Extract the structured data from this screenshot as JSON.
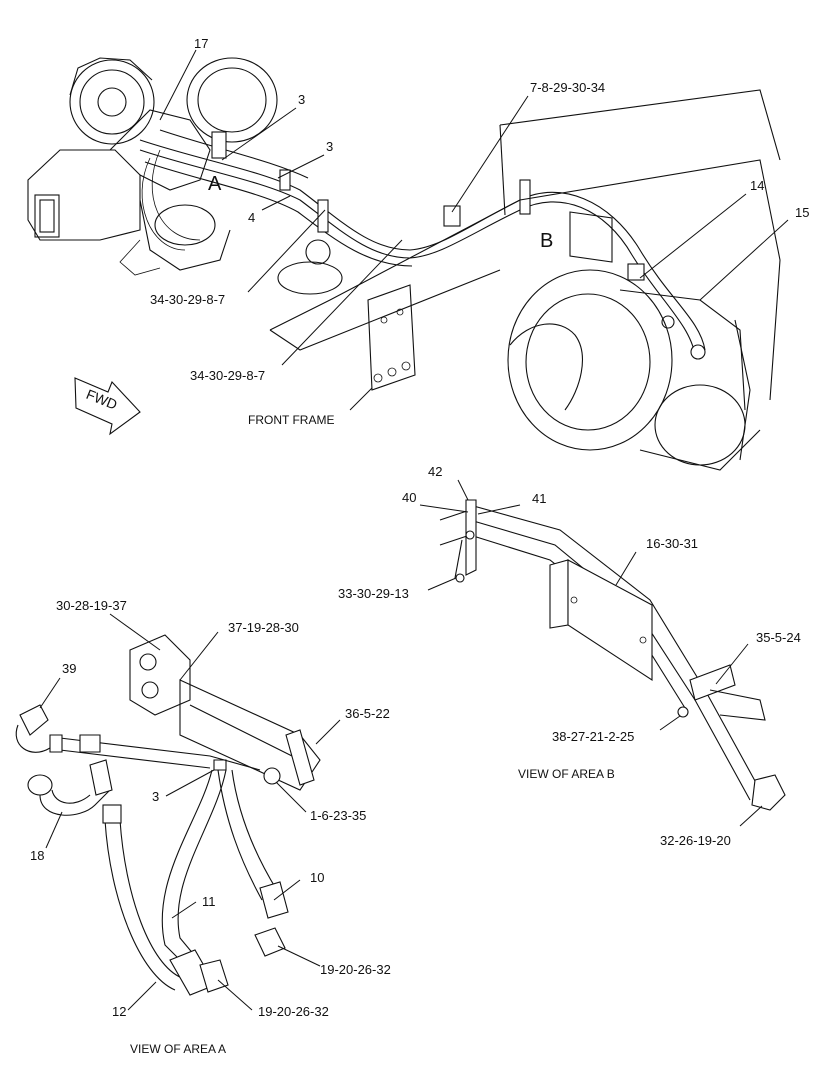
{
  "labels": {
    "l17": "17",
    "l3a": "3",
    "l3b": "3",
    "l4": "4",
    "lA": "A",
    "l7_8": "7-8-29-30-34",
    "lB": "B",
    "l14": "14",
    "l15": "15",
    "l34a": "34-30-29-8-7",
    "l34b": "34-30-29-8-7",
    "fwd": "FWD",
    "front_frame": "FRONT FRAME",
    "l42": "42",
    "l40": "40",
    "l41": "41",
    "l16": "16-30-31",
    "l33": "33-30-29-13",
    "l35": "35-5-24",
    "l38": "38-27-21-2-25",
    "view_b": "VIEW OF AREA B",
    "l32": "32-26-19-20",
    "l30_28": "30-28-19-37",
    "l37": "37-19-28-30",
    "l39": "39",
    "l36": "36-5-22",
    "l3c": "3",
    "l1": "1-6-23-35",
    "l18": "18",
    "l10": "10",
    "l11": "11",
    "l19a": "19-20-26-32",
    "l12": "12",
    "l19b": "19-20-26-32",
    "view_a": "VIEW OF AREA A"
  }
}
